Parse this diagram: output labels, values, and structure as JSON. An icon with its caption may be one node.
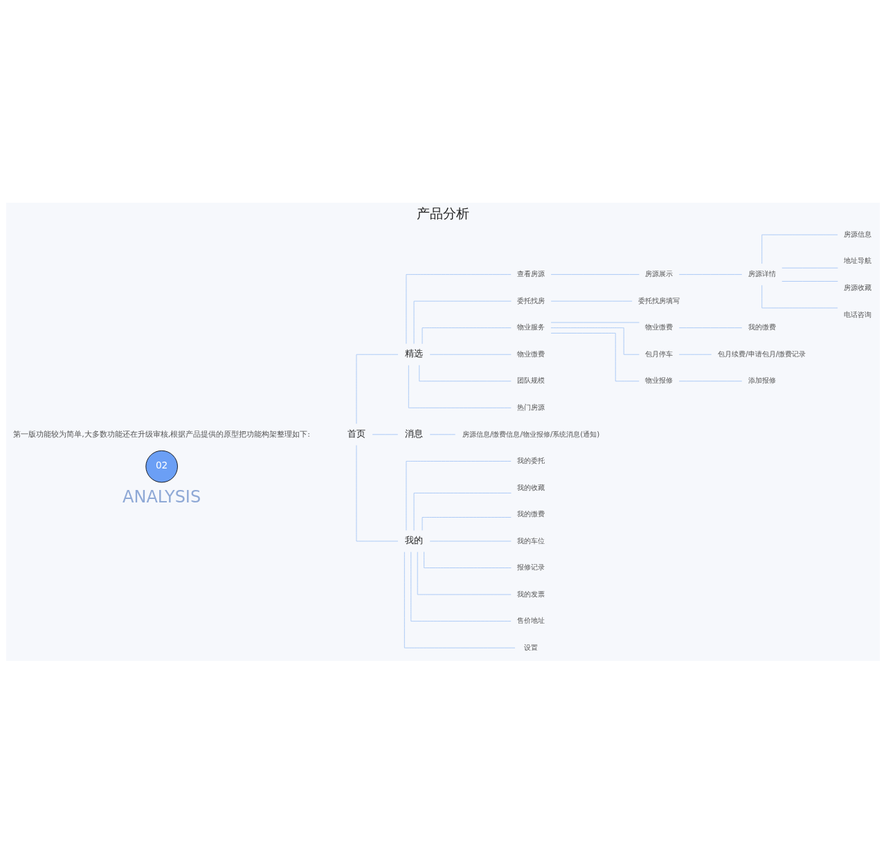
{
  "diagram": {
    "title": "产品分析",
    "nodes": [
      {
        "text": [
          "首页"
        ]
      },
      {
        "text": [
          "精选"
        ]
      },
      {
        "text": [
          "查看房源"
        ]
      },
      {
        "text": [
          "房源展示"
        ]
      },
      {
        "text": [
          "房源详情"
        ]
      },
      {
        "text": [
          "房源信息"
        ]
      },
      {
        "text": [
          "地址导航"
        ]
      },
      {
        "text": [
          "房源收藏"
        ]
      },
      {
        "text": [
          "电话咨询"
        ]
      },
      {
        "text": [
          "委托找房"
        ]
      },
      {
        "text": [
          "委托找房填写"
        ]
      },
      {
        "text": [
          "物业服务"
        ]
      },
      {
        "text": [
          "物业缴费"
        ]
      },
      {
        "text": [
          "我的缴费"
        ]
      },
      {
        "text": [
          "包月停车"
        ]
      },
      {
        "text": [
          "包月续费/申请包月/缴费记录"
        ]
      },
      {
        "text": [
          "物业报修"
        ]
      },
      {
        "text": [
          "添加报修"
        ]
      },
      {
        "text": [
          "物业缴费"
        ]
      },
      {
        "text": [
          "团队规模"
        ]
      },
      {
        "text": [
          "热门房源"
        ]
      },
      {
        "text": [
          "消息"
        ]
      },
      {
        "text": [
          "房源信息/缴费信息/物业报修/系统消息(通知)"
        ]
      },
      {
        "text": [
          "我的"
        ]
      },
      {
        "text": [
          "我的委托"
        ]
      },
      {
        "text": [
          "我的收藏"
        ]
      },
      {
        "text": [
          "我的缴费"
        ]
      },
      {
        "text": [
          "我的车位"
        ]
      },
      {
        "text": [
          "报修记录"
        ]
      },
      {
        "text": [
          "我的发票"
        ]
      },
      {
        "text": [
          "售价地址"
        ]
      },
      {
        "text": [
          "设置"
        ]
      }
    ],
    "edges": [
      {
        "from": 0,
        "to": 1,
        "arrow": "none"
      },
      {
        "from": 1,
        "to": 2,
        "arrow": "none"
      },
      {
        "from": 2,
        "to": 3,
        "arrow": "none"
      },
      {
        "from": 3,
        "to": 4,
        "arrow": "none"
      },
      {
        "from": 4,
        "to": 5,
        "arrow": "none"
      },
      {
        "from": 4,
        "to": 6,
        "arrow": "none"
      },
      {
        "from": 4,
        "to": 7,
        "arrow": "none"
      },
      {
        "from": 4,
        "to": 8,
        "arrow": "none"
      },
      {
        "from": 1,
        "to": 9,
        "arrow": "none"
      },
      {
        "from": 9,
        "to": 10,
        "arrow": "none"
      },
      {
        "from": 1,
        "to": 11,
        "arrow": "none"
      },
      {
        "from": 11,
        "to": 12,
        "arrow": "none"
      },
      {
        "from": 12,
        "to": 13,
        "arrow": "none"
      },
      {
        "from": 11,
        "to": 14,
        "arrow": "none"
      },
      {
        "from": 14,
        "to": 15,
        "arrow": "none"
      },
      {
        "from": 11,
        "to": 16,
        "arrow": "none"
      },
      {
        "from": 16,
        "to": 17,
        "arrow": "none"
      },
      {
        "from": 1,
        "to": 18,
        "arrow": "none"
      },
      {
        "from": 1,
        "to": 19,
        "arrow": "none"
      },
      {
        "from": 1,
        "to": 20,
        "arrow": "none"
      },
      {
        "from": 0,
        "to": 21,
        "arrow": "none"
      },
      {
        "from": 21,
        "to": 22,
        "arrow": "none"
      },
      {
        "from": 0,
        "to": 23,
        "arrow": "none"
      },
      {
        "from": 23,
        "to": 24,
        "arrow": "none"
      },
      {
        "from": 23,
        "to": 25,
        "arrow": "none"
      },
      {
        "from": 23,
        "to": 26,
        "arrow": "none"
      },
      {
        "from": 23,
        "to": 27,
        "arrow": "none"
      },
      {
        "from": 23,
        "to": 28,
        "arrow": "none"
      },
      {
        "from": 23,
        "to": 29,
        "arrow": "none"
      },
      {
        "from": 23,
        "to": 30,
        "arrow": "none"
      },
      {
        "from": 23,
        "to": 31,
        "arrow": "none"
      }
    ],
    "labels": [
      "ANALYSIS",
      "02",
      "第一版功能较为简单,大多数功能还在升级审核,根据产品提供的原型把功能构架整理如下:"
    ]
  }
}
